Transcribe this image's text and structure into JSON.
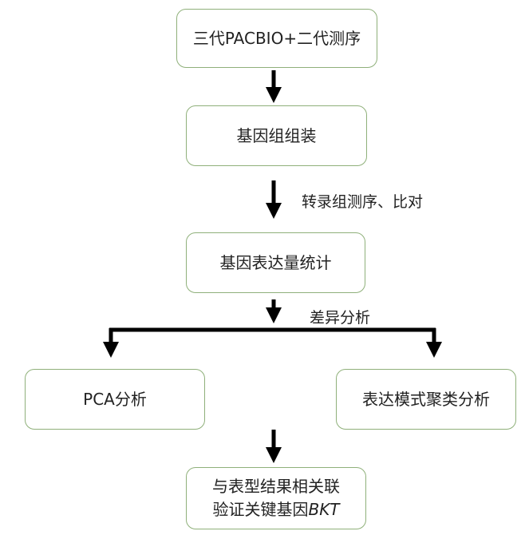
{
  "nodes": {
    "sequencing": "三代PACBIO+二代测序",
    "assembly": "基因组组装",
    "expression": "基因表达量统计",
    "pca": "PCA分析",
    "pattern": "表达模式聚类分析",
    "validation_line1": "与表型结果相关联",
    "validation_line2_prefix": "验证关键基因",
    "validation_line2_gene": "BKT"
  },
  "edges": {
    "transcriptome": "转录组测序、比对",
    "differential": "差异分析"
  },
  "colors": {
    "box_border": "#8fb07a",
    "arrow": "#000000"
  }
}
